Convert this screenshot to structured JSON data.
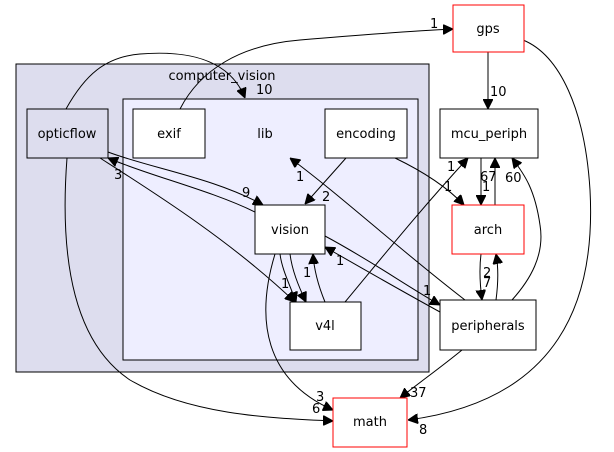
{
  "colors": {
    "outer_cluster_fill": "#ddddee",
    "inner_cluster_fill": "#eeeeff",
    "node_fill": "#ffffff",
    "external_node_stroke": "#ff0000",
    "node_stroke": "#000000",
    "edge": "#000000"
  },
  "clusters": {
    "computer_vision": "computer_vision",
    "lib": "lib"
  },
  "nodes": {
    "opticflow": "opticflow",
    "exif": "exif",
    "encoding": "encoding",
    "vision": "vision",
    "v4l": "v4l",
    "gps": "gps",
    "mcu_periph": "mcu_periph",
    "arch": "arch",
    "peripherals": "peripherals",
    "math": "math"
  },
  "edge_labels": {
    "gps_in": "1",
    "lib_in": "10",
    "gps_mcu": "10",
    "opticflow_back": "3",
    "opticflow_vision": "9",
    "encoding_vision": "2",
    "encoding_arch": "1",
    "lib_from_peripherals": "1",
    "mcu_from_v4l": "1",
    "mcu_arch_67": "67",
    "mcu_arch_1": "1",
    "mcu_60": "60",
    "v4l_1a": "1",
    "v4l_1b": "1",
    "vision_1": "1",
    "peripherals_1": "1",
    "arch_2": "2",
    "arch_7": "7",
    "math_3": "3",
    "math_6": "6",
    "math_37": "37",
    "math_8": "8"
  }
}
